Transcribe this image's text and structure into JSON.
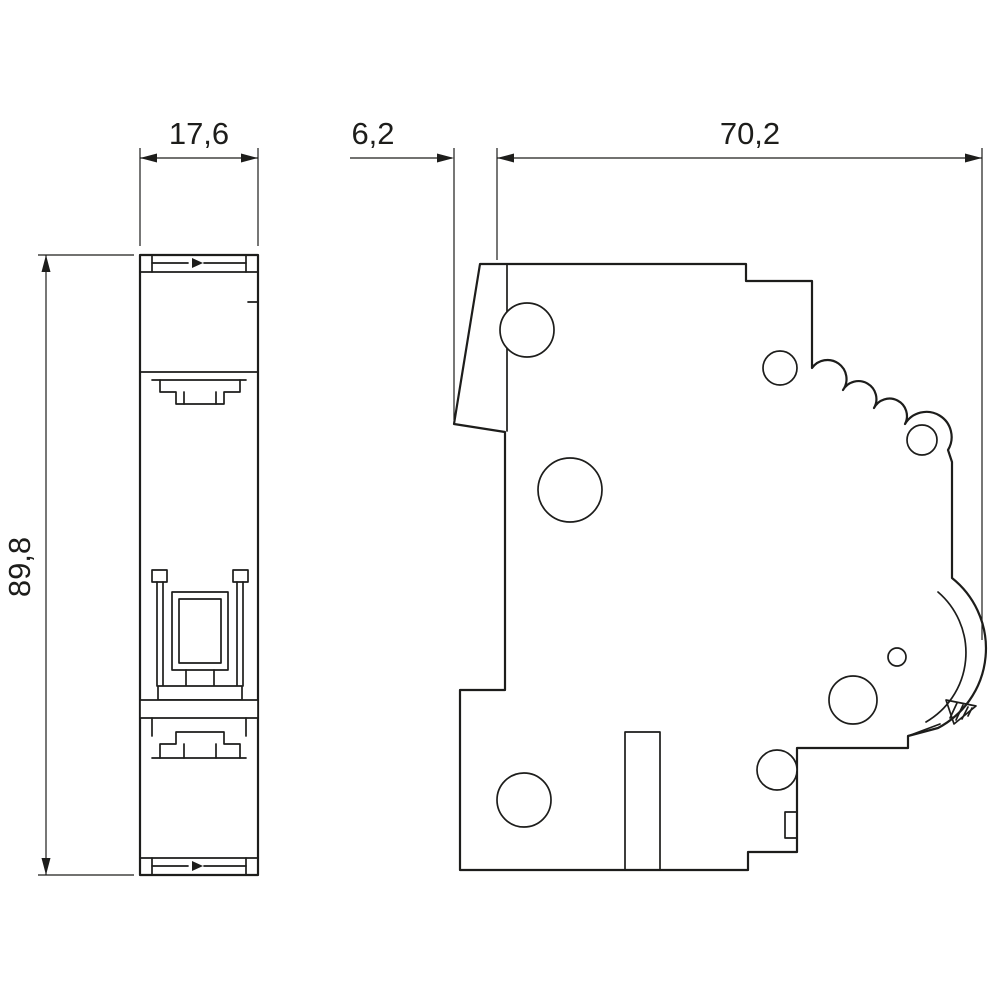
{
  "drawing": {
    "kind": "technical-dimension-drawing",
    "subject": "miniature circuit breaker front and side profile",
    "style": {
      "background": "#ffffff",
      "line_color": "#1d1d1b"
    },
    "dimensions": {
      "front_width": "17,6",
      "height": "89,8",
      "front_offset": "6,2",
      "depth": "70,2"
    }
  }
}
